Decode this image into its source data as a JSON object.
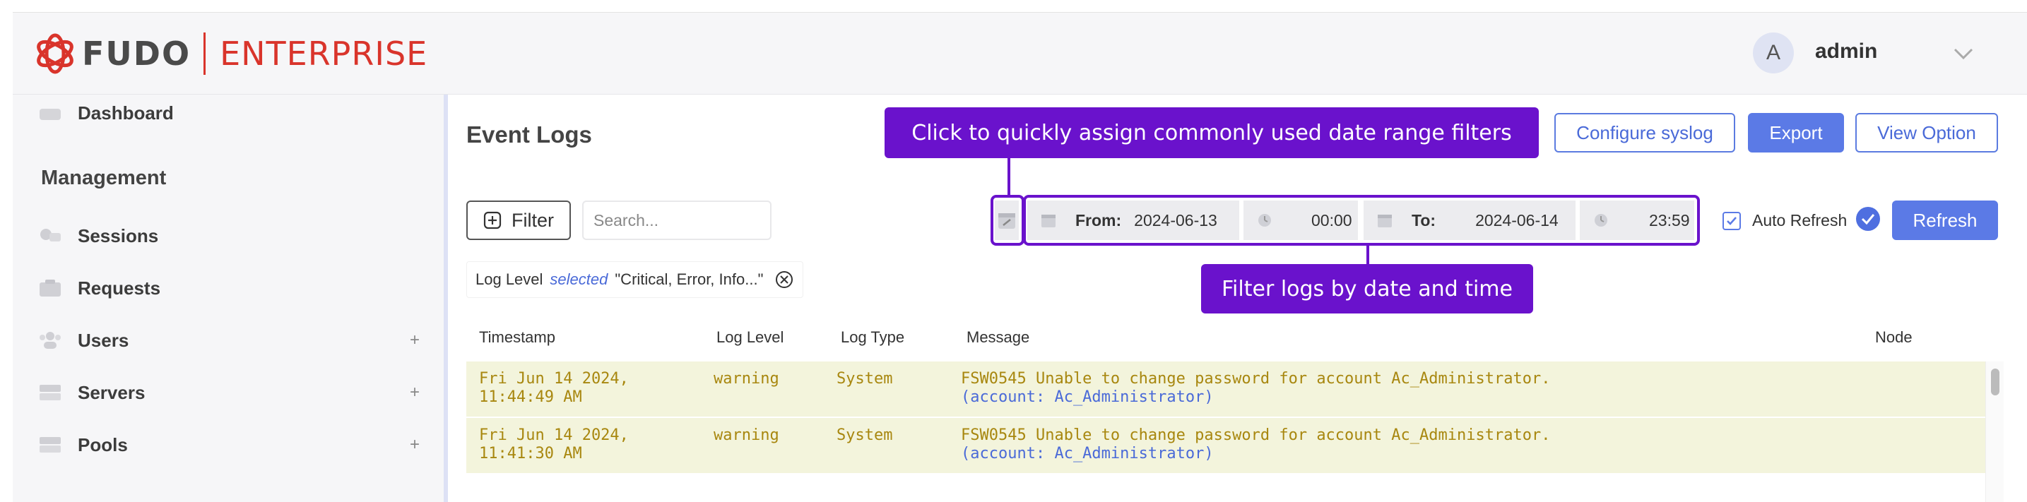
{
  "header": {
    "logo_primary": "FUDO",
    "logo_secondary": "ENTERPRISE",
    "avatar_initial": "A",
    "username": "admin"
  },
  "sidebar": {
    "top_item": "Dashboard",
    "section_title": "Management",
    "items": [
      {
        "label": "Sessions",
        "icon": "sessions-icon",
        "expandable": false
      },
      {
        "label": "Requests",
        "icon": "requests-icon",
        "expandable": false
      },
      {
        "label": "Users",
        "icon": "users-icon",
        "expandable": true,
        "expand_glyph": "+"
      },
      {
        "label": "Servers",
        "icon": "servers-icon",
        "expandable": true,
        "expand_glyph": "+"
      },
      {
        "label": "Pools",
        "icon": "pools-icon",
        "expandable": true,
        "expand_glyph": "+"
      }
    ]
  },
  "main": {
    "page_title": "Event Logs",
    "buttons": {
      "configure_syslog": "Configure syslog",
      "export": "Export",
      "view_option": "View Option",
      "refresh": "Refresh",
      "filter": "Filter"
    },
    "search": {
      "placeholder": "Search...",
      "value": ""
    },
    "date_range": {
      "from_label": "From:",
      "from_date": "2024-06-13",
      "from_time": "00:00",
      "to_label": "To:",
      "to_date": "2024-06-14",
      "to_time": "23:59"
    },
    "auto_refresh": {
      "label": "Auto Refresh",
      "checked": true
    },
    "active_filter": {
      "field": "Log Level",
      "operator": "selected",
      "value": "\"Critical, Error, Info...\""
    },
    "table": {
      "columns": [
        "Timestamp",
        "Log Level",
        "Log Type",
        "Message",
        "Node"
      ],
      "rows": [
        {
          "timestamp_line1": "Fri Jun 14 2024,",
          "timestamp_line2": "11:44:49 AM",
          "level": "warning",
          "type": "System",
          "message": "FSW0545 Unable to change password for account Ac_Administrator.",
          "message_detail": "(account: Ac_Administrator)",
          "node": ""
        },
        {
          "timestamp_line1": "Fri Jun 14 2024,",
          "timestamp_line2": "11:41:30 AM",
          "level": "warning",
          "type": "System",
          "message": "FSW0545 Unable to change password for account Ac_Administrator.",
          "message_detail": "(account: Ac_Administrator)",
          "node": ""
        }
      ]
    }
  },
  "callouts": {
    "date_presets": "Click to quickly assign commonly used date range filters",
    "date_filter": "Filter logs by date and time"
  },
  "colors": {
    "accent": "#5b7ae6",
    "brand_red": "#d9342b",
    "callout_purple": "#6a12cc",
    "warning_row_bg": "#f3f4dc",
    "warning_text": "#a8870f"
  }
}
